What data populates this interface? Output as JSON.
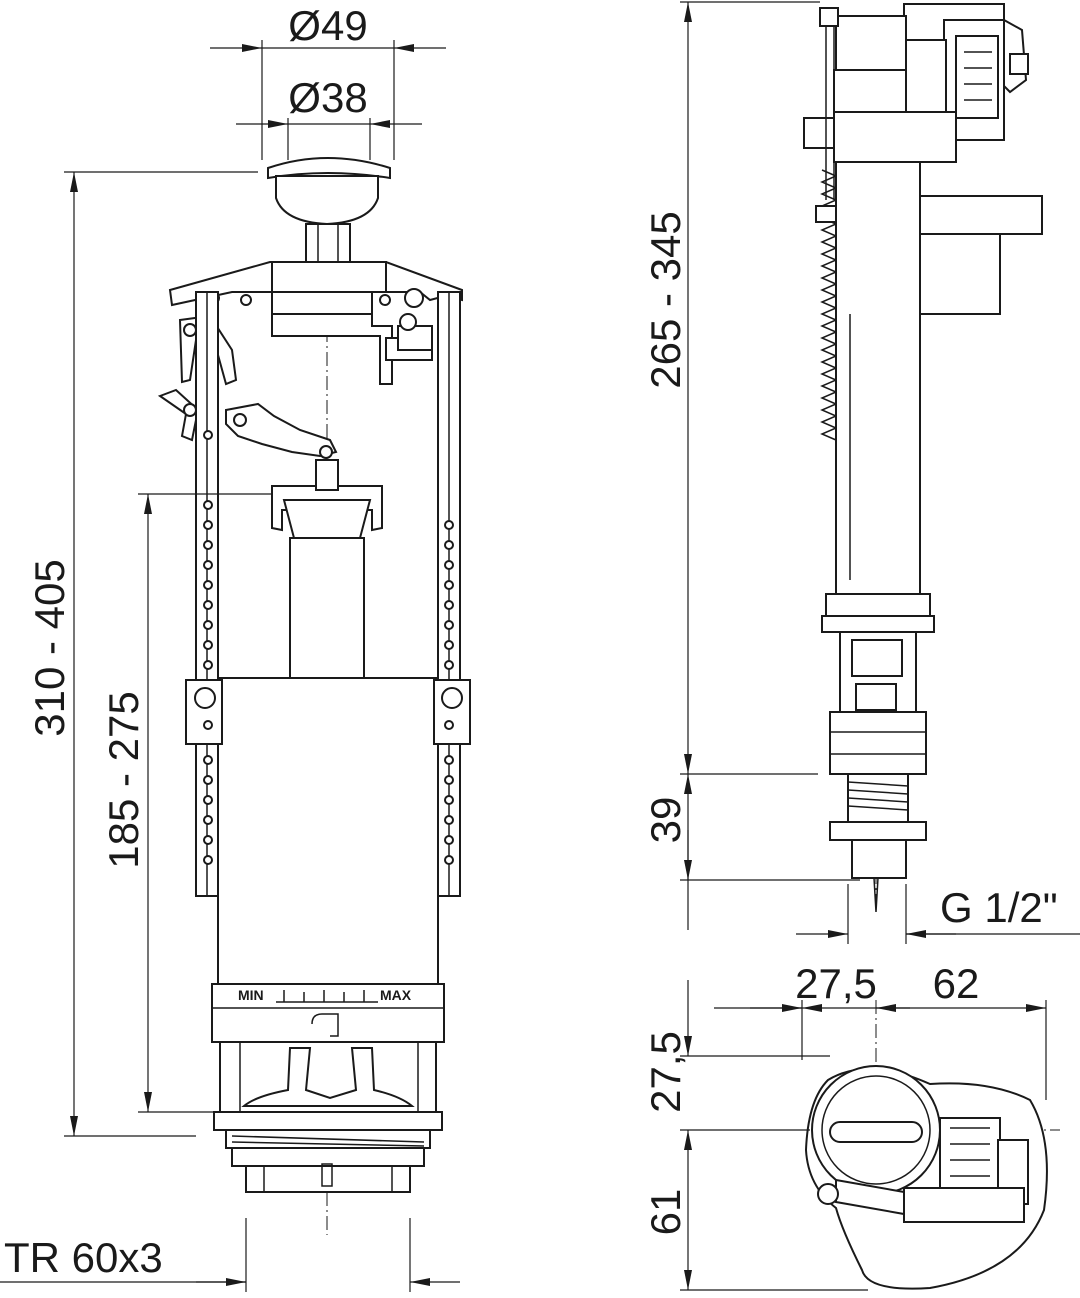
{
  "dimensions": {
    "flush_dia_outer": "Ø49",
    "flush_dia_inner": "Ø38",
    "flush_height_range": "310 - 405",
    "overflow_height_range": "185 - 275",
    "thread": "TR 60x3",
    "fill_height_range": "265 - 345",
    "fill_shank_length": "39",
    "fill_thread": "G 1/2\"",
    "top_offset_left": "27,5",
    "top_offset_right": "62",
    "top_offset_upper": "27,5",
    "top_offset_lower": "61"
  },
  "scale_labels": {
    "min": "MIN",
    "max": "MAX"
  }
}
